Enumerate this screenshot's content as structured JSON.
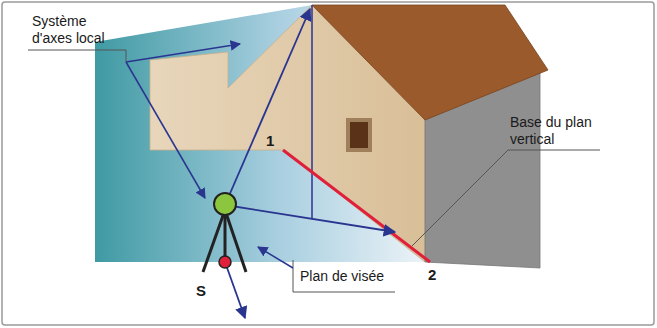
{
  "diagram": {
    "labels": [
      "Système d'axes local",
      "1",
      "Base du plan vertical",
      "2",
      "S",
      "Plan de visée"
    ]
  }
}
